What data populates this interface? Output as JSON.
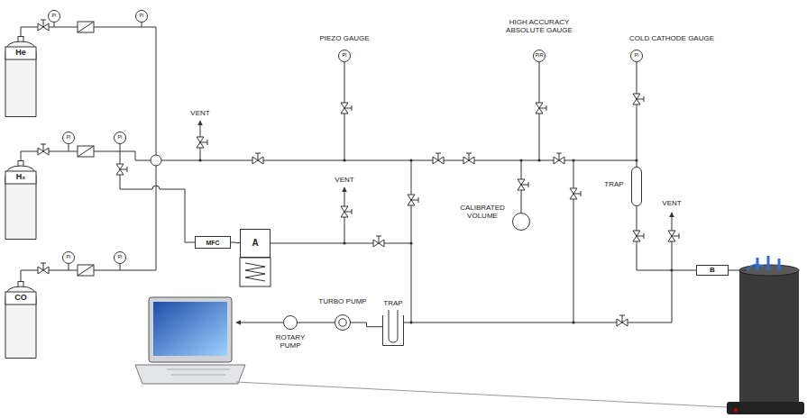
{
  "diagram": {
    "nodes": [
      {
        "text": [
          "He"
        ]
      },
      {
        "text": [
          "H₂"
        ]
      },
      {
        "text": [
          "CO"
        ]
      },
      {
        "text": [
          "PI"
        ]
      },
      {
        "text": [
          "PI"
        ]
      },
      {
        "text": [
          "PI"
        ]
      },
      {
        "text": [
          "PI"
        ]
      },
      {
        "text": [
          "PI"
        ]
      },
      {
        "text": [
          "PI"
        ]
      },
      {
        "text": [
          "PIEZO GAUGE",
          "PI"
        ]
      },
      {
        "text": [
          "HIGH ACCURACY ABSOLUTE GAUGE",
          "PIR"
        ]
      },
      {
        "text": [
          "COLD CATHODE GAUGE",
          "PI"
        ]
      },
      {
        "text": [
          "MFC"
        ]
      },
      {
        "text": [
          "A"
        ]
      },
      {
        "text": [
          "CALIBRATED VOLUME"
        ]
      },
      {
        "text": [
          "TRAP"
        ]
      },
      {
        "text": [
          "TURBO PUMP"
        ]
      },
      {
        "text": [
          "ROTARY PUMP"
        ]
      },
      {
        "text": [
          "TRAP"
        ]
      },
      {
        "text": [
          "B"
        ]
      }
    ],
    "edges": [
      {
        "from": 12,
        "to": 13,
        "arrow": "none"
      },
      {
        "from": 17,
        "to": 16,
        "arrow": "none"
      },
      {
        "from": 16,
        "to": 18,
        "arrow": "none"
      }
    ],
    "labels": [
      "VENT",
      "VENT",
      "VENT"
    ]
  }
}
